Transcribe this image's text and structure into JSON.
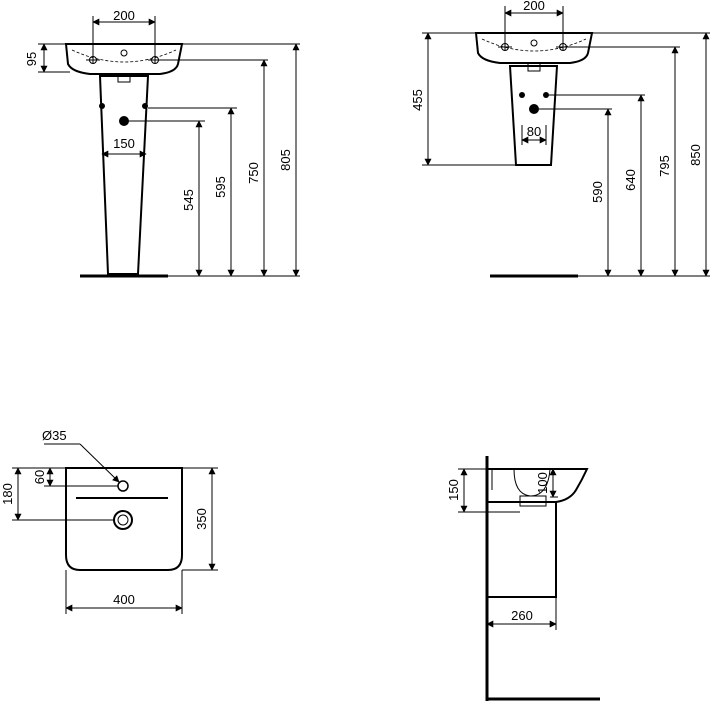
{
  "views": {
    "pedestal_front": {
      "w_200": "200",
      "h_95": "95",
      "w_150": "150",
      "h_545": "545",
      "h_595": "595",
      "h_750": "750",
      "h_805": "805"
    },
    "semi_pedestal_front": {
      "w_200": "200",
      "h_455": "455",
      "w_80": "80",
      "h_590": "590",
      "h_640": "640",
      "h_795": "795",
      "h_850": "850"
    },
    "top_view": {
      "dia_35": "Ø35",
      "h_60": "60",
      "h_180": "180",
      "h_350": "350",
      "w_400": "400"
    },
    "side_view": {
      "h_150": "150",
      "h_100": "100",
      "w_260": "260"
    }
  }
}
